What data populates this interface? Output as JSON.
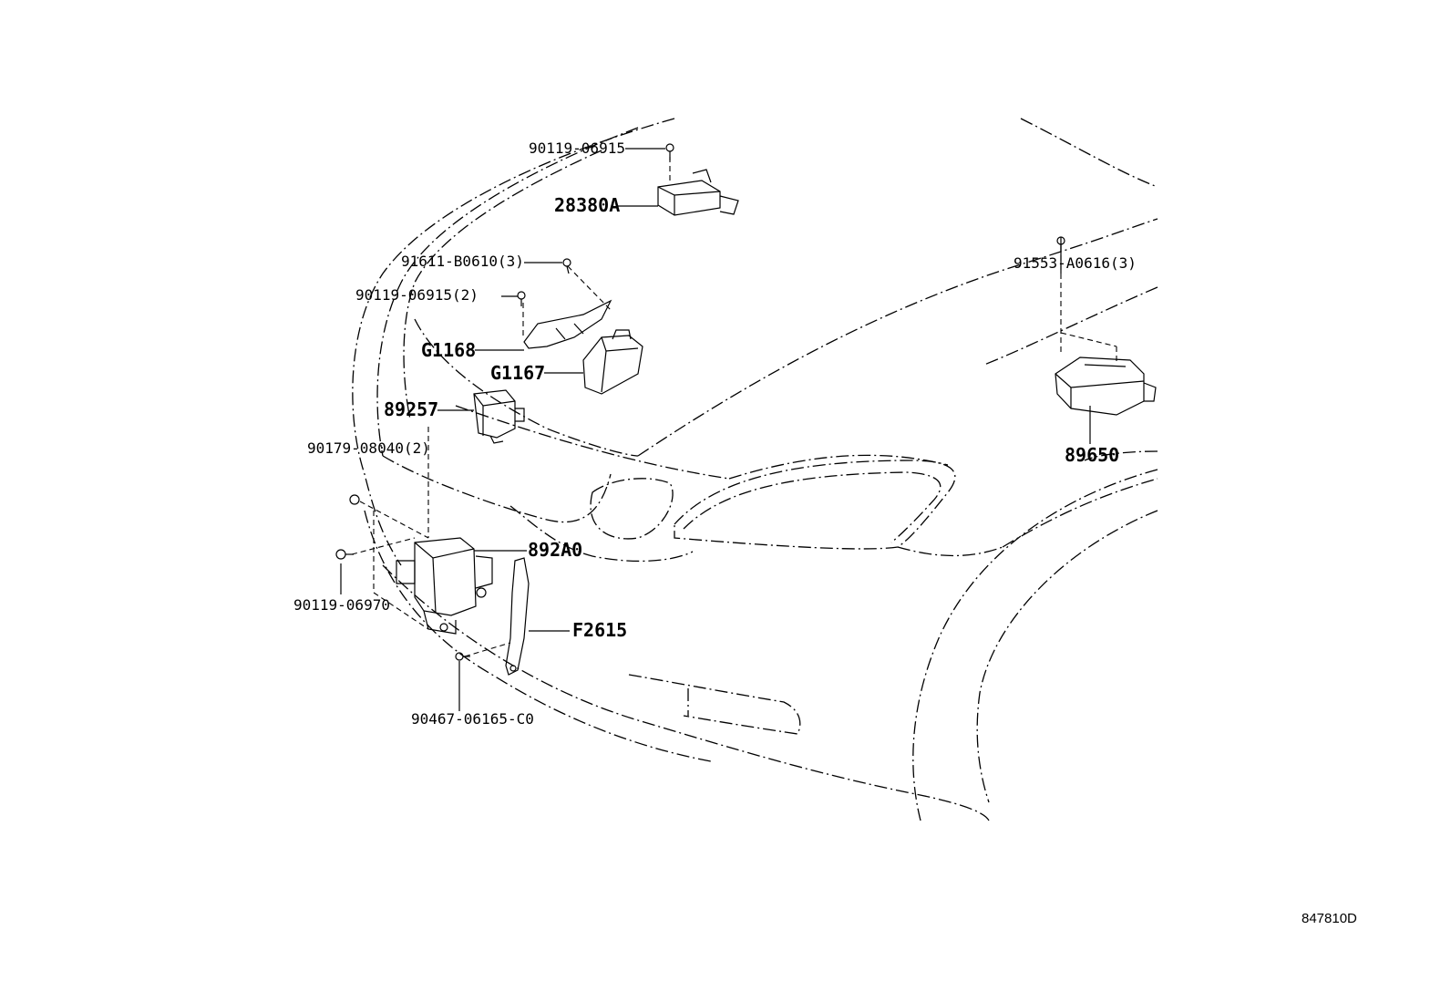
{
  "diagram": {
    "drawing_code": "847810D",
    "colors": {
      "ink": "#000000",
      "background": "#ffffff"
    },
    "callouts": [
      {
        "id": "c1",
        "part_number": "90119-06915"
      },
      {
        "id": "c2",
        "part_number": "28380A"
      },
      {
        "id": "c3",
        "part_number": "91611-B0610(3)"
      },
      {
        "id": "c4",
        "part_number": "90119-06915(2)"
      },
      {
        "id": "c5",
        "part_number": "G1168"
      },
      {
        "id": "c6",
        "part_number": "G1167"
      },
      {
        "id": "c7",
        "part_number": "89257"
      },
      {
        "id": "c8",
        "part_number": "90179-08040(2)"
      },
      {
        "id": "c9",
        "part_number": "892A0"
      },
      {
        "id": "c10",
        "part_number": "90119-06970"
      },
      {
        "id": "c11",
        "part_number": "F2615"
      },
      {
        "id": "c12",
        "part_number": "90467-06165-C0"
      },
      {
        "id": "c13",
        "part_number": "91553-A0616(3)"
      },
      {
        "id": "c14",
        "part_number": "89650"
      }
    ]
  }
}
